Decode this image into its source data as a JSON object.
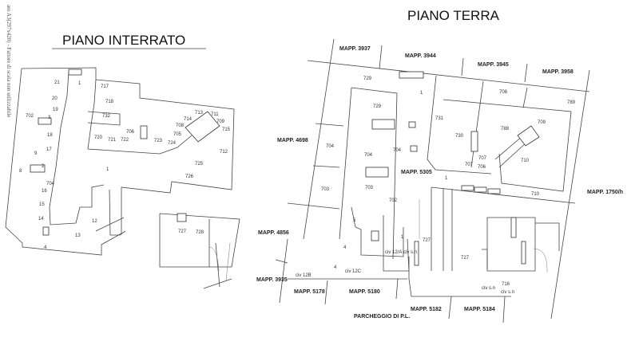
{
  "side_note": "ato A3(297x420) - Fattore di scala non utilizzabile",
  "piano_interrato": {
    "title": "PIANO INTERRATO",
    "labels": [
      "21",
      "1",
      "717",
      "20",
      "718",
      "19",
      "702",
      "3",
      "732",
      "18",
      "706",
      "720",
      "721",
      "722",
      "723",
      "724",
      "708",
      "705",
      "713",
      "714",
      "711",
      "709",
      "715",
      "712",
      "17",
      "9",
      "8",
      "2",
      "1",
      "725",
      "704",
      "726",
      "16",
      "15",
      "12",
      "14",
      "13",
      "4",
      "727",
      "728"
    ]
  },
  "piano_terra": {
    "title": "PIANO TERRA",
    "parcels": [
      "MAPP. 3937",
      "MAPP. 3944",
      "MAPP. 3945",
      "MAPP. 3958",
      "MAPP. 4698",
      "MAPP. 5305",
      "MAPP. 1750/h",
      "MAPP. 4856",
      "MAPP. 3935",
      "MAPP. 5178",
      "MAPP. 5180",
      "MAPP. 5182",
      "MAPP. 5184",
      "PARCHEGGIO DI P.L."
    ],
    "labels": [
      "729",
      "729",
      "708",
      "789",
      "731",
      "704",
      "704",
      "704",
      "730",
      "788",
      "709",
      "710",
      "707",
      "707",
      "706",
      "703",
      "703",
      "702",
      "710",
      "1",
      "1",
      "5",
      "4",
      "1",
      "727",
      "727",
      "4",
      "civ 12C",
      "civ 12B",
      "716",
      "civ s.n",
      "civ s.n",
      "civ 12/A",
      "civ s.n"
    ]
  }
}
